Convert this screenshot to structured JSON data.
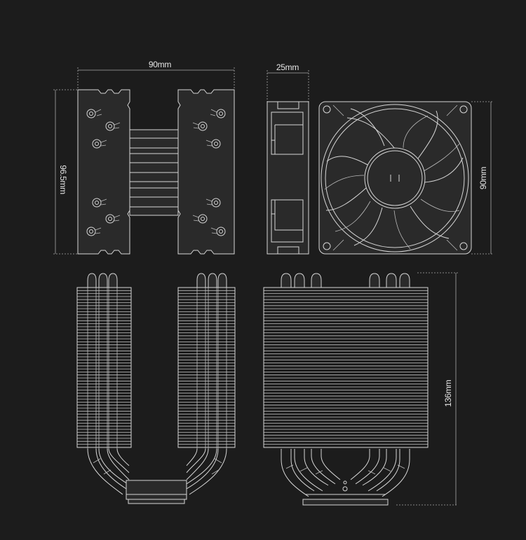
{
  "dimensions": {
    "top_width": "90mm",
    "top_height": "96.5mm",
    "fan_thickness": "25mm",
    "fan_size": "90mm",
    "total_height": "136mm"
  },
  "colors": {
    "background": "#1c1c1c",
    "line": "#d6d6d6",
    "dimension_line": "#a8a8a8",
    "text": "#e6e6e6"
  }
}
